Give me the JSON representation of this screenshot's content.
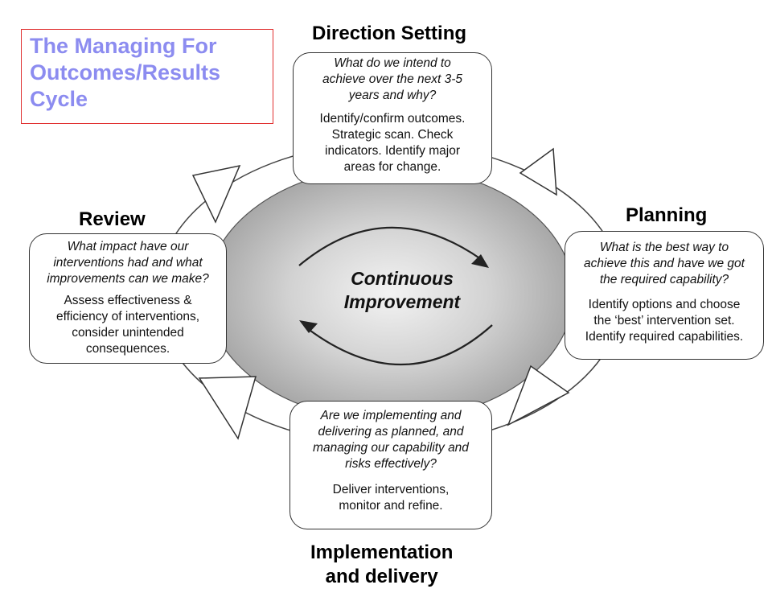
{
  "title": [
    "The Managing For",
    "Outcomes/Results",
    "Cycle"
  ],
  "center": [
    "Continuous",
    "Improvement"
  ],
  "stages": {
    "direction": {
      "label": "Direction Setting",
      "question": [
        "What do we intend to",
        "achieve over the next 3-5",
        "years and why?"
      ],
      "actions": [
        "Identify/confirm outcomes.",
        "Strategic scan.   Check",
        "indicators.   Identify major",
        "areas for change."
      ]
    },
    "planning": {
      "label": "Planning",
      "question": [
        "What is the best way to",
        "achieve this and have we got",
        "the required capability?"
      ],
      "actions": [
        "Identify options and choose",
        "the ‘best’ intervention set.",
        "Identify required capabilities."
      ]
    },
    "implementation": {
      "label": [
        "Implementation",
        "and delivery"
      ],
      "question": [
        "Are we implementing and",
        "delivering as planned, and",
        "managing our capability and",
        "risks effectively?"
      ],
      "actions": [
        "Deliver interventions,",
        "monitor and refine."
      ]
    },
    "review": {
      "label": "Review",
      "question": [
        "What impact have our",
        "interventions had and what",
        "improvements can we make?"
      ],
      "actions": [
        "Assess effectiveness &",
        "efficiency of interventions,",
        "consider unintended",
        "consequences."
      ]
    }
  },
  "colors": {
    "title_text": "#8c8cf0",
    "title_border": "#e03030",
    "center_gradient_inner": "#f2f2f2",
    "center_gradient_outer": "#a9a9a9"
  },
  "icons": [
    "cycle-arrow-icon",
    "circular-arrow-icon"
  ]
}
